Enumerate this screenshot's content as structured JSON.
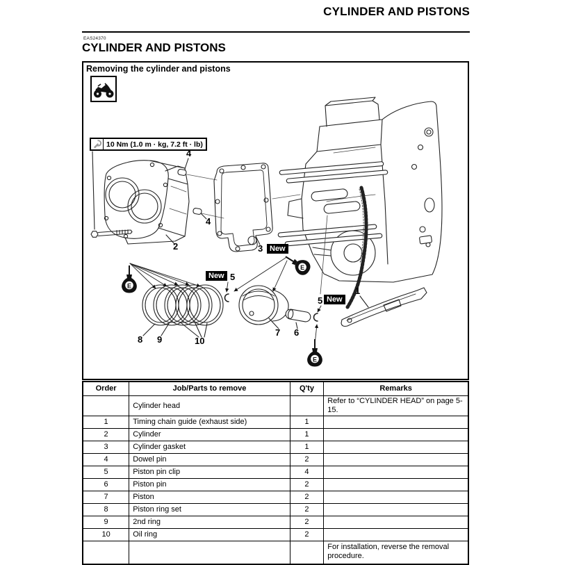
{
  "page": {
    "header_title": "CYLINDER AND PISTONS",
    "section_code": "EAS24370",
    "section_title": "CYLINDER AND PISTONS"
  },
  "figure": {
    "caption": "Removing the cylinder and pistons",
    "torque_spec": "10 Nm (1.0 m · kg, 7.2 ft · lb)",
    "new_badge": "New",
    "oil_symbol": "E",
    "callouts": {
      "chain_guide": "1",
      "cylinder": "2",
      "cylinder_gasket": "3",
      "dowel_pin_top": "4",
      "dowel_pin_bottom": "4",
      "piston_pin_clip_left": "5",
      "piston_pin_clip_right": "5",
      "piston_pin": "6",
      "piston": "7",
      "piston_ring_set": "8",
      "second_ring": "9",
      "oil_ring": "10"
    }
  },
  "table": {
    "headers": [
      "Order",
      "Job/Parts to remove",
      "Q'ty",
      "Remarks"
    ],
    "rows": [
      {
        "order": "",
        "job": "Cylinder head",
        "qty": "",
        "remarks": "Refer to “CYLINDER HEAD” on page 5-15."
      },
      {
        "order": "1",
        "job": "Timing chain guide (exhaust side)",
        "qty": "1",
        "remarks": ""
      },
      {
        "order": "2",
        "job": "Cylinder",
        "qty": "1",
        "remarks": ""
      },
      {
        "order": "3",
        "job": "Cylinder gasket",
        "qty": "1",
        "remarks": ""
      },
      {
        "order": "4",
        "job": "Dowel pin",
        "qty": "2",
        "remarks": ""
      },
      {
        "order": "5",
        "job": "Piston pin clip",
        "qty": "4",
        "remarks": ""
      },
      {
        "order": "6",
        "job": "Piston pin",
        "qty": "2",
        "remarks": ""
      },
      {
        "order": "7",
        "job": "Piston",
        "qty": "2",
        "remarks": ""
      },
      {
        "order": "8",
        "job": "Piston ring set",
        "qty": "2",
        "remarks": ""
      },
      {
        "order": "9",
        "job": "2nd ring",
        "qty": "2",
        "remarks": ""
      },
      {
        "order": "10",
        "job": "Oil ring",
        "qty": "2",
        "remarks": ""
      },
      {
        "order": "",
        "job": "",
        "qty": "",
        "remarks": "For installation, reverse the removal procedure."
      }
    ]
  }
}
